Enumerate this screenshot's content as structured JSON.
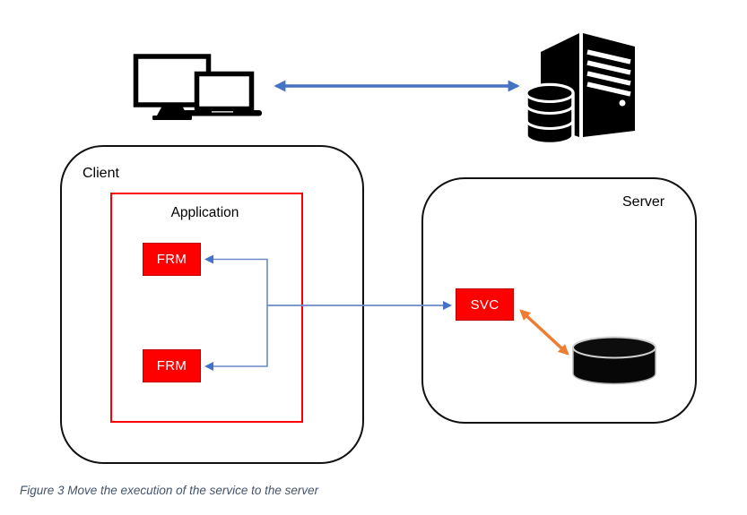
{
  "colors": {
    "accent_blue": "#4472C4",
    "connector_blue": "#6C89C8",
    "accent_orange": "#ED7D31",
    "shape_red": "#FF0000",
    "caption_color": "#44546A"
  },
  "diagram": {
    "client": {
      "label": "Client",
      "application": {
        "label": "Application",
        "forms": [
          {
            "label": "FRM"
          },
          {
            "label": "FRM"
          }
        ]
      }
    },
    "server": {
      "label": "Server",
      "service": {
        "label": "SVC"
      }
    },
    "icons": [
      {
        "name": "client-devices-icon",
        "meaning": "desktop and laptop computers"
      },
      {
        "name": "server-tower-icon",
        "meaning": "server tower with database stack"
      },
      {
        "name": "database-cylinder-icon",
        "meaning": "database storage"
      }
    ],
    "connections": [
      {
        "from": "client-devices-icon",
        "to": "server-tower-icon",
        "style": "blue double arrow"
      },
      {
        "from": "connector-branch",
        "to": "FRM top",
        "style": "blue arrow"
      },
      {
        "from": "connector-branch",
        "to": "FRM bottom",
        "style": "blue arrow"
      },
      {
        "from": "connector-branch",
        "to": "SVC",
        "style": "blue arrow"
      },
      {
        "from": "SVC",
        "to": "database-cylinder-icon",
        "style": "orange double arrow"
      }
    ],
    "caption": "Figure 3 Move the execution of the service to the server"
  }
}
